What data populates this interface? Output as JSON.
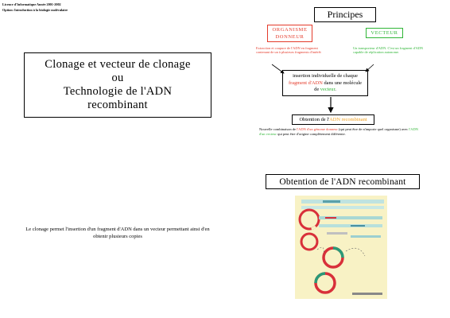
{
  "header": {
    "line1": "Licence d'Informatique Année 2001-2002",
    "line2": "Option: Introduction à la biologie moléculaire"
  },
  "left": {
    "title": "Clonage et vecteur de clonage\nou\nTechnologie de l'ADN\nrecombinant",
    "paragraph": "Le clonage permet l'insertion d'un fragment d'ADN dans un vecteur permettant ainsi d'en obtenir plusieurs copies"
  },
  "principes": {
    "title": "Principes",
    "organisme_label": "ORGANISME DONNEUR",
    "organisme_desc": "Extraction et coupure de l'ADN en fragment contenant de un à plusieurs fragments d'intérêt",
    "vecteur_label": "VECTEUR",
    "vecteur_desc": "Un transporteur d'ADN. C'est un fragment d'ADN capable de réplication autonome.",
    "insertion": {
      "part1": "insertion individuelle de chaque",
      "part2_colored": "fragment d'ADN",
      "part3": " dans une molécule",
      "part4": "de ",
      "part5_colored": "vecteur",
      "part6": "."
    },
    "obtention": {
      "prefix": "Obtention de l'",
      "colored": "ADN recombinant"
    },
    "combination": {
      "t1": "Nouvelle combinaison de ",
      "c1": "l'ADN d'un génome donneur",
      "t2": " (qui peut être de n'importe quel organisme) avec ",
      "c2": "l'ADN d'un vecteur",
      "t3": " qui peut être d'origine complètement différente."
    }
  },
  "obtention_section": {
    "title": "Obtention de l'ADN recombinant"
  },
  "colors": {
    "red": "#e43a2a",
    "green": "#2fb536",
    "orange": "#f0a020",
    "figure_bg": "#f8f2c5"
  }
}
